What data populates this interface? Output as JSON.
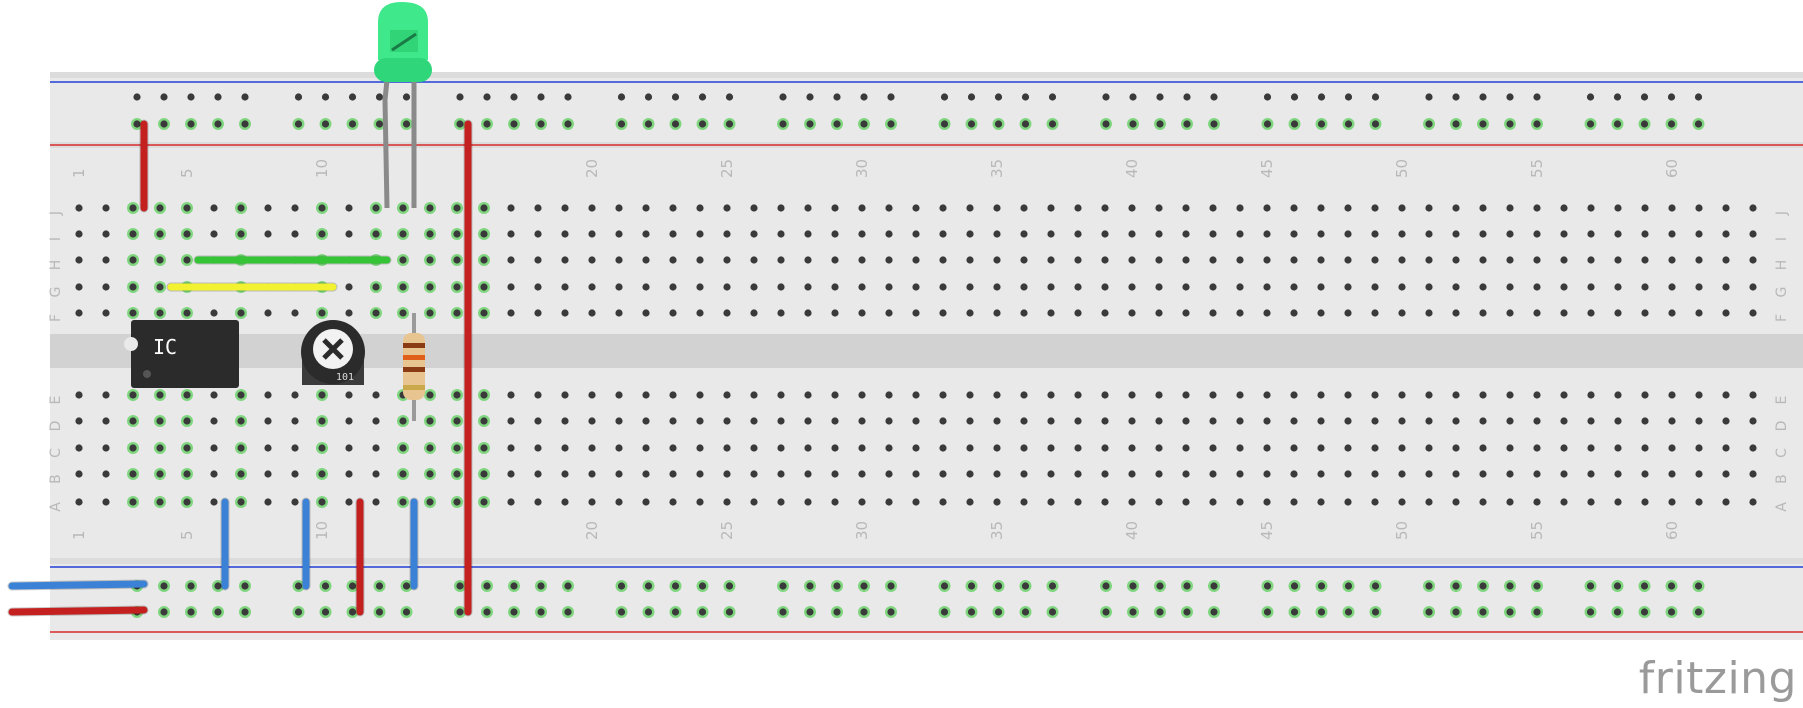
{
  "app": {
    "logo": "fritzing"
  },
  "colors": {
    "board": "#e9e9e9",
    "board_shade": "#dcdcdc",
    "channel": "#d2d2d2",
    "hole": "#3a3a3a",
    "hole_highlight": "#7fd67f",
    "rail_red": "#d92b2b",
    "rail_blue": "#2340d8",
    "label": "#b8b8b8",
    "wire_red": "#c42020",
    "wire_blue": "#3b82d6",
    "wire_green": "#35c435",
    "wire_yellow": "#f2f230",
    "led": "#3fe88b",
    "ic_body": "#2b2b2b"
  },
  "breadboard": {
    "column_numbers": [
      "1",
      "5",
      "10",
      "20",
      "25",
      "30",
      "35",
      "40",
      "45",
      "50",
      "55",
      "60"
    ],
    "top_row_letters": [
      "J",
      "I",
      "H",
      "G",
      "F"
    ],
    "bottom_row_letters": [
      "E",
      "D",
      "C",
      "B",
      "A"
    ]
  },
  "components": {
    "ic": {
      "label": "IC",
      "icon": "ic-chip-icon"
    },
    "potentiometer": {
      "label": "101",
      "icon": "trimmer-potentiometer-icon"
    },
    "led": {
      "color_name": "green",
      "icon": "led-icon"
    },
    "resistor": {
      "icon": "resistor-icon"
    }
  }
}
